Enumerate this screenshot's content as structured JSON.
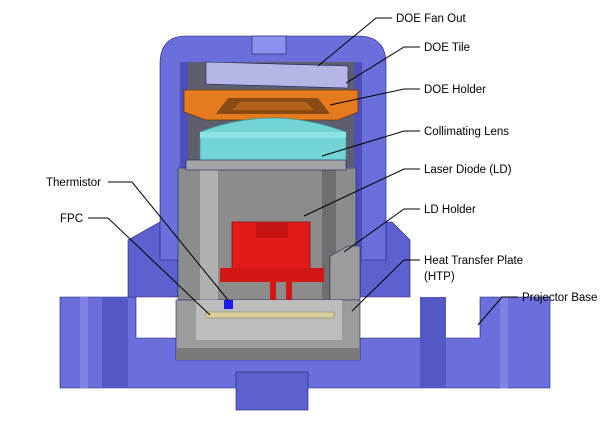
{
  "labels": {
    "doe_fan_out": "DOE Fan Out",
    "doe_tile": "DOE Tile",
    "doe_holder": "DOE Holder",
    "collimating_lens": "Collimating Lens",
    "laser_diode": "Laser Diode (LD)",
    "ld_holder": "LD Holder",
    "heat_transfer_plate_line1": "Heat Transfer Plate",
    "heat_transfer_plate_line2": "(HTP)",
    "projector_base": "Projector Base",
    "thermistor": "Thermistor",
    "fpc": "FPC"
  },
  "colors": {
    "housing": "#6b6fdc",
    "housing_dark": "#4c50b8",
    "housing_light": "#8d91ee",
    "doe_tile": "#b4b6e6",
    "doe_holder": "#e67a1e",
    "doe_holder_dark": "#8a4a14",
    "lens": "#72d4d4",
    "ld_holder": "#8c8c8c",
    "ld_holder_light": "#b0b0b0",
    "laser_diode": "#e11a1a",
    "htp": "#9c9c9c",
    "fpc": "#d9cf9f",
    "thermistor": "#1a1aee"
  }
}
